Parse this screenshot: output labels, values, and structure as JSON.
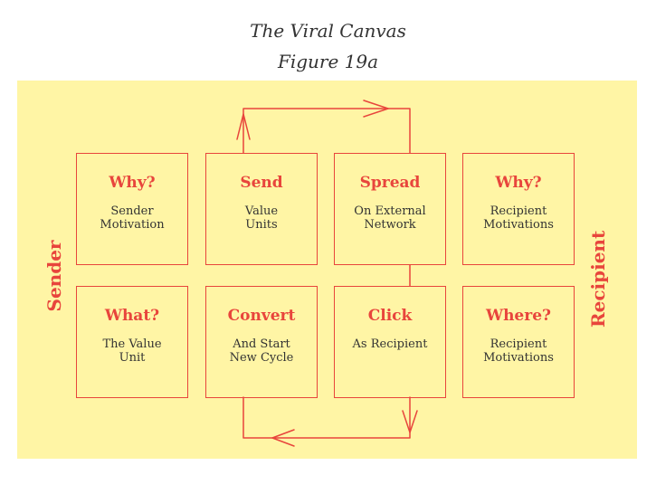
{
  "title": "The Viral Canvas",
  "subtitle": "Figure 19a",
  "side_labels": {
    "left": "Sender",
    "right": "Recipient"
  },
  "boxes": {
    "why_sender": {
      "heading": "Why?",
      "line1": "Sender",
      "line2": "Motivation"
    },
    "send": {
      "heading": "Send",
      "line1": "Value",
      "line2": "Units"
    },
    "spread": {
      "heading": "Spread",
      "line1": "On External",
      "line2": "Network"
    },
    "why_recipient": {
      "heading": "Why?",
      "line1": "Recipient",
      "line2": "Motivations"
    },
    "what": {
      "heading": "What?",
      "line1": "The Value",
      "line2": "Unit"
    },
    "convert": {
      "heading": "Convert",
      "line1": "And Start",
      "line2": "New Cycle"
    },
    "click": {
      "heading": "Click",
      "line1": "As Recipient",
      "line2": ""
    },
    "where": {
      "heading": "Where?",
      "line1": "Recipient",
      "line2": "Motivations"
    }
  },
  "colors": {
    "accent": "#e8453c",
    "panel": "#fff5a5",
    "text": "#333333"
  }
}
